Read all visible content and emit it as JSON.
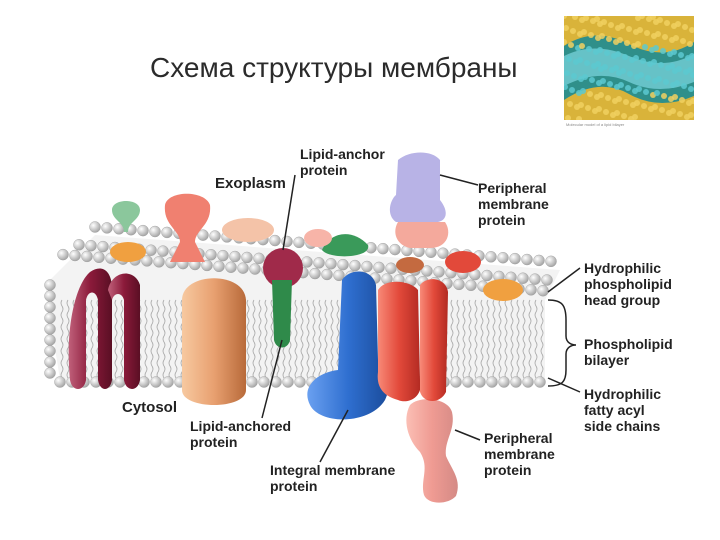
{
  "slide": {
    "title": "Схема структуры мембраны",
    "inset_caption": "Molecular model of a lipid bilayer"
  },
  "labels": {
    "exoplasm": "Exoplasm",
    "cytosol": "Cytosol",
    "lipid_anchor_protein": "Lipid-anchor\nprotein",
    "peripheral_top": "Peripheral\nmembrane\nprotein",
    "hydrophilic_head": "Hydrophilic\nphospholipid\nhead group",
    "phospholipid_bilayer": "Phospholipid\nbilayer",
    "hydrophilic_fatty": "Hydrophilic\nfatty acyl\nside chains",
    "lipid_anchored_protein": "Lipid-anchored\nprotein",
    "integral_protein": "Integral membrane\nprotein",
    "peripheral_bottom": "Peripheral\nmembrane\nprotein"
  },
  "colors": {
    "head_group": "#d9d9d9",
    "tails": "#9a9a9a",
    "transmembrane_red": "#8b1a3a",
    "orange_protein": "#e8a070",
    "integral_blue": "#2f6fd0",
    "integral_red": "#e2493a",
    "peripheral_purple": "#b8b3e6",
    "peripheral_pink": "#f4a99c",
    "lipid_anchored_green": "#2f8a4a",
    "anchor_protein_red": "#8a1f3a"
  }
}
